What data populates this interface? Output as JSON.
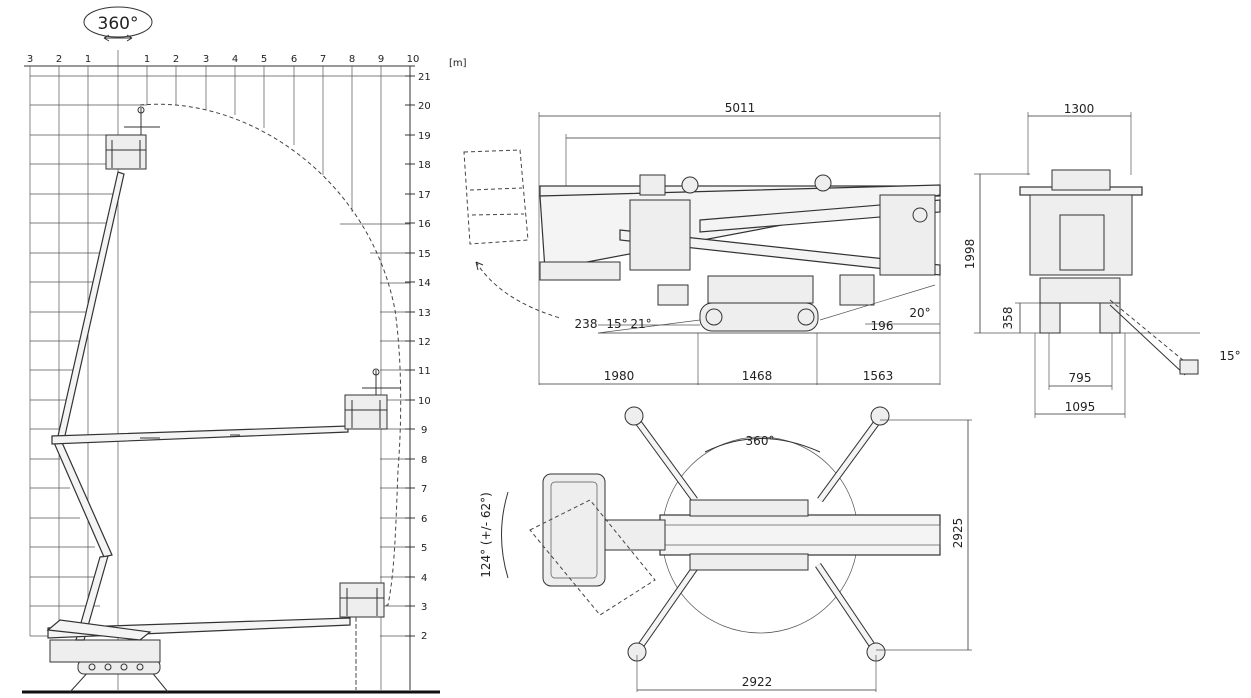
{
  "working_range": {
    "rotation_label": "360°",
    "unit_label": "[m]",
    "top_ticks": [
      "3",
      "2",
      "1",
      "1",
      "2",
      "3",
      "4",
      "5",
      "6",
      "7",
      "8",
      "9",
      "10"
    ],
    "height_ticks": [
      "21",
      "20",
      "19",
      "18",
      "17",
      "16",
      "15",
      "14",
      "13",
      "12",
      "11",
      "10",
      "9",
      "8",
      "7",
      "6",
      "5",
      "4",
      "3",
      "2"
    ]
  },
  "side_view": {
    "overall_length": "5011",
    "front_overhang": "1980",
    "track_length": "1468",
    "rear_overhang": "1563",
    "ground_clearance": "238",
    "approach_angle": "15°",
    "departure_angle": "21°",
    "rear_height": "196",
    "slope_angle": "20°"
  },
  "rear_view": {
    "overall_width": "1300",
    "height": "1998",
    "track_height": "358",
    "track_width": "795",
    "outrigger_width": "1095",
    "outrigger_angle": "15°"
  },
  "top_view": {
    "rotation_label": "360°",
    "basket_rotation": "124° (+/- 62°)",
    "outrigger_length": "2922",
    "outrigger_span": "2925"
  }
}
